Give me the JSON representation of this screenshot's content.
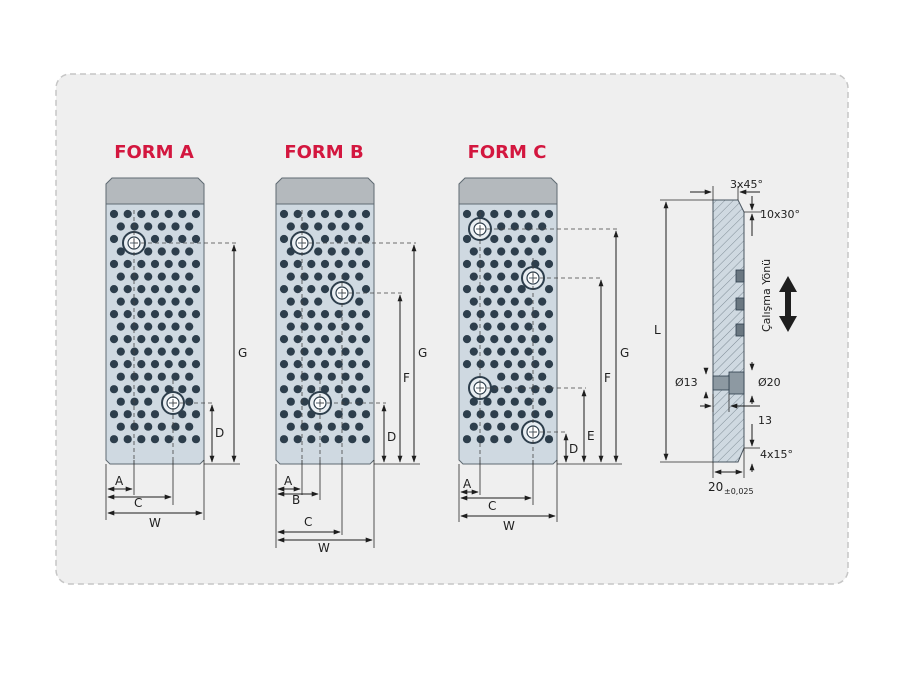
{
  "forms": [
    {
      "title": "FORM A",
      "labels": {
        "g": "G",
        "d": "D",
        "a": "A",
        "c": "C",
        "w": "W"
      }
    },
    {
      "title": "FORM B",
      "labels": {
        "g": "G",
        "f": "F",
        "d": "D",
        "a": "A",
        "b": "B",
        "c": "C",
        "w": "W"
      }
    },
    {
      "title": "FORM C",
      "labels": {
        "g": "G",
        "f": "F",
        "e": "E",
        "d": "D",
        "a": "A",
        "c": "C",
        "w": "W"
      }
    }
  ],
  "side": {
    "chamfer_top": "3x45°",
    "angle_top": "10x30°",
    "length": "L",
    "direction": "Çalışma Yönü",
    "bore_small": "Ø13",
    "bore_large": "Ø20",
    "depth": "13",
    "chamfer_bottom": "4x15°",
    "thickness": "20",
    "tolerance": "±0,025"
  },
  "colors": {
    "panel": "#efefef",
    "plate": "#cfd9e1",
    "plate_top": "#b4b9bd",
    "dot": "#2d3e4c",
    "title": "#d3173f"
  }
}
